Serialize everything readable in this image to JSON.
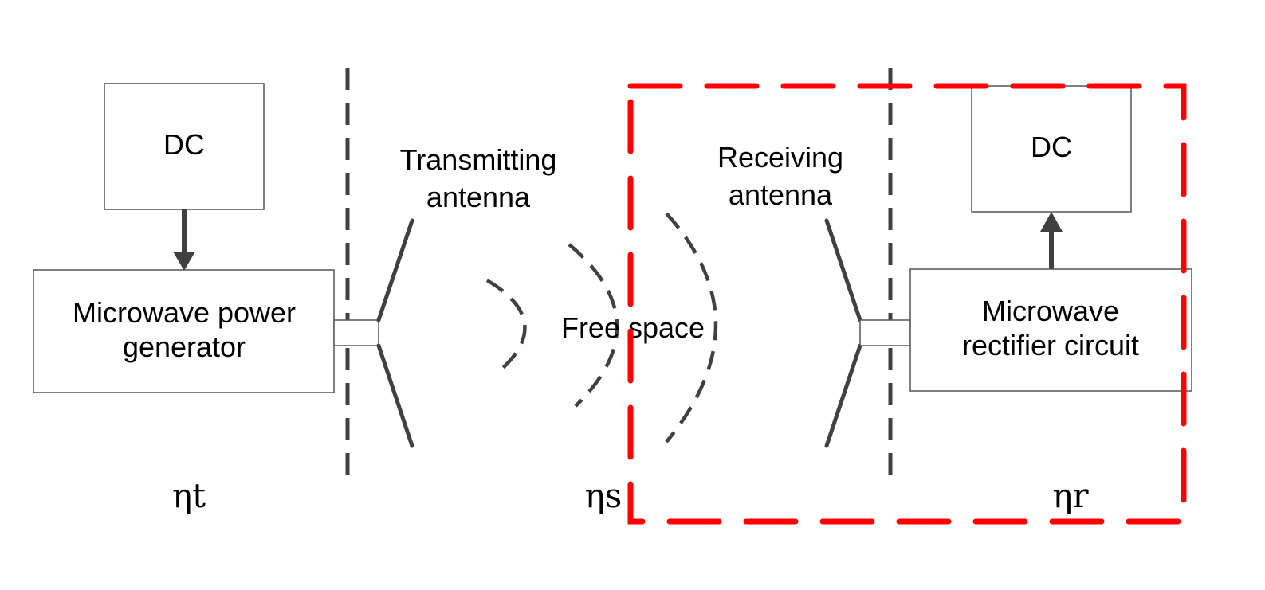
{
  "blocks": {
    "dc_source": "DC",
    "generator_line1": "Microwave power",
    "generator_line2": "generator",
    "dc_output": "DC",
    "rectifier_line1": "Microwave",
    "rectifier_line2": "rectifier circuit"
  },
  "antennas": {
    "transmitting_line1": "Transmitting",
    "transmitting_line2": "antenna",
    "receiving_line1": "Receiving",
    "receiving_line2": "antenna"
  },
  "medium": {
    "free_space": "Free space"
  },
  "efficiencies": {
    "transmit": "ηt",
    "space": "ηs",
    "receive": "ηr"
  },
  "colors": {
    "highlight_box": "#ff0000",
    "lines": "#404040"
  }
}
